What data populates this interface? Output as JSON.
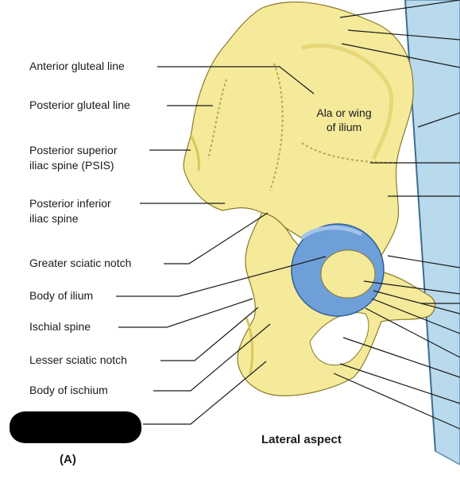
{
  "figure": {
    "view": "Lateral aspect",
    "panel": "(A)",
    "structure_label": "Ala or wing\nof ilium",
    "colors": {
      "bone": "#f4ea9a",
      "bone_shadow": "#d9c75a",
      "acetabulum": "#6f9fd8",
      "plane": "#b9d9ec",
      "leader": "#1a1a1a"
    },
    "left_labels": [
      "Anterior gluteal line",
      "Posterior gluteal line",
      "Posterior superior\niliac spine  (PSIS)",
      "Posterior inferior\niliac spine",
      "Greater sciatic notch",
      "Body of ilium",
      "Ischial spine",
      "Lesser sciatic notch",
      "Body of ischium"
    ],
    "redacted_label_present": true
  }
}
